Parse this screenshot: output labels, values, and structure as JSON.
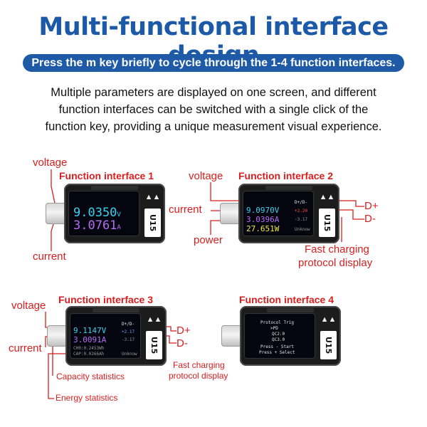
{
  "header": {
    "title": "Multi-functional interface design",
    "banner": "Press the m key briefly to cycle through the 1-4 function interfaces.",
    "description": [
      "Multiple parameters are displayed on one screen, and different",
      "function interfaces can be switched with a single click of the",
      "function key, providing a unique measurement visual experience."
    ]
  },
  "device_model": "U15",
  "interfaces": [
    {
      "title": "Function interface 1",
      "labels": {
        "voltage": "voltage",
        "current": "current"
      },
      "screen": {
        "voltage": "9.0350",
        "voltage_unit": "V",
        "current": "3.0761",
        "current_unit": "A"
      }
    },
    {
      "title": "Function interface 2",
      "labels": {
        "voltage": "voltage",
        "current": "current",
        "power": "power",
        "dplus": "D+",
        "dminus": "D-",
        "protocol": "Fast charging",
        "protocol2": "protocol display"
      },
      "screen": {
        "voltage": "9.0970V",
        "current": "3.0396A",
        "power": "27.651W",
        "dhead": "D+/D-",
        "d1": "+2.20",
        "d2": "-3.17",
        "proto": "Unknow"
      }
    },
    {
      "title": "Function interface 3",
      "labels": {
        "voltage": "voltage",
        "current": "current",
        "dplus": "D+",
        "dminus": "D-",
        "capacity": "Capacity statistics",
        "energy": "Energy statistics",
        "protocol": "Fast charging",
        "protocol2": "protocol display"
      },
      "screen": {
        "voltage": "9.1147V",
        "current": "3.0091A",
        "dhead": "D+/D-",
        "d1": "+2.17",
        "d2": "-3.17",
        "stat1": "CH0:0.2453Wh",
        "stat2": "CAP:0.0266Ah",
        "proto": "Unknow"
      }
    },
    {
      "title": "Function interface 4",
      "screen": {
        "line1": "Protocol Trig",
        "line2": ">PD",
        "line3": "QC2.0",
        "line4": "QC3.0",
        "line5": "Press - Start",
        "line6": "Press + Select"
      }
    }
  ],
  "colors": {
    "title": "#1c5aa8",
    "banner": "#1e5aa6",
    "annotation": "#d81e1e"
  }
}
